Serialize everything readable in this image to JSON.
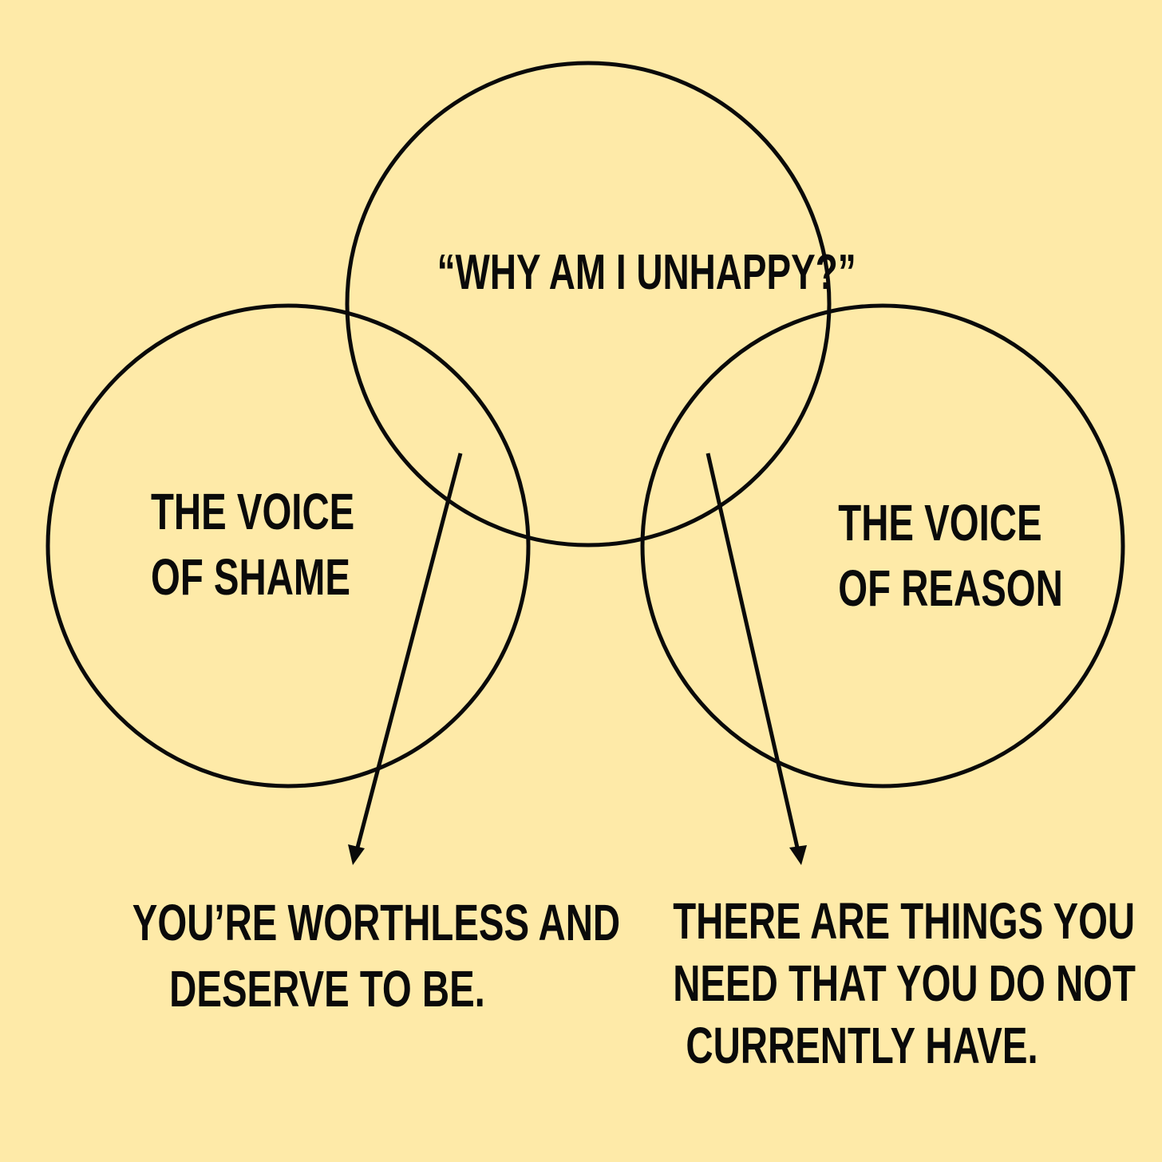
{
  "colors": {
    "background": "#FEEAA8",
    "ink": "#0a0a0a"
  },
  "circles": {
    "top": {
      "lines": [
        "“WHY AM I UNHAPPY?”"
      ]
    },
    "left": {
      "lines": [
        "THE VOICE",
        "OF SHAME"
      ]
    },
    "right": {
      "lines": [
        "THE VOICE",
        "OF REASON"
      ]
    }
  },
  "captions": {
    "left": {
      "lines": [
        "YOU’RE WORTHLESS AND",
        "DESERVE TO BE."
      ]
    },
    "right": {
      "lines": [
        "THERE ARE THINGS YOU",
        "NEED THAT YOU DO NOT",
        "CURRENTLY HAVE."
      ]
    }
  }
}
